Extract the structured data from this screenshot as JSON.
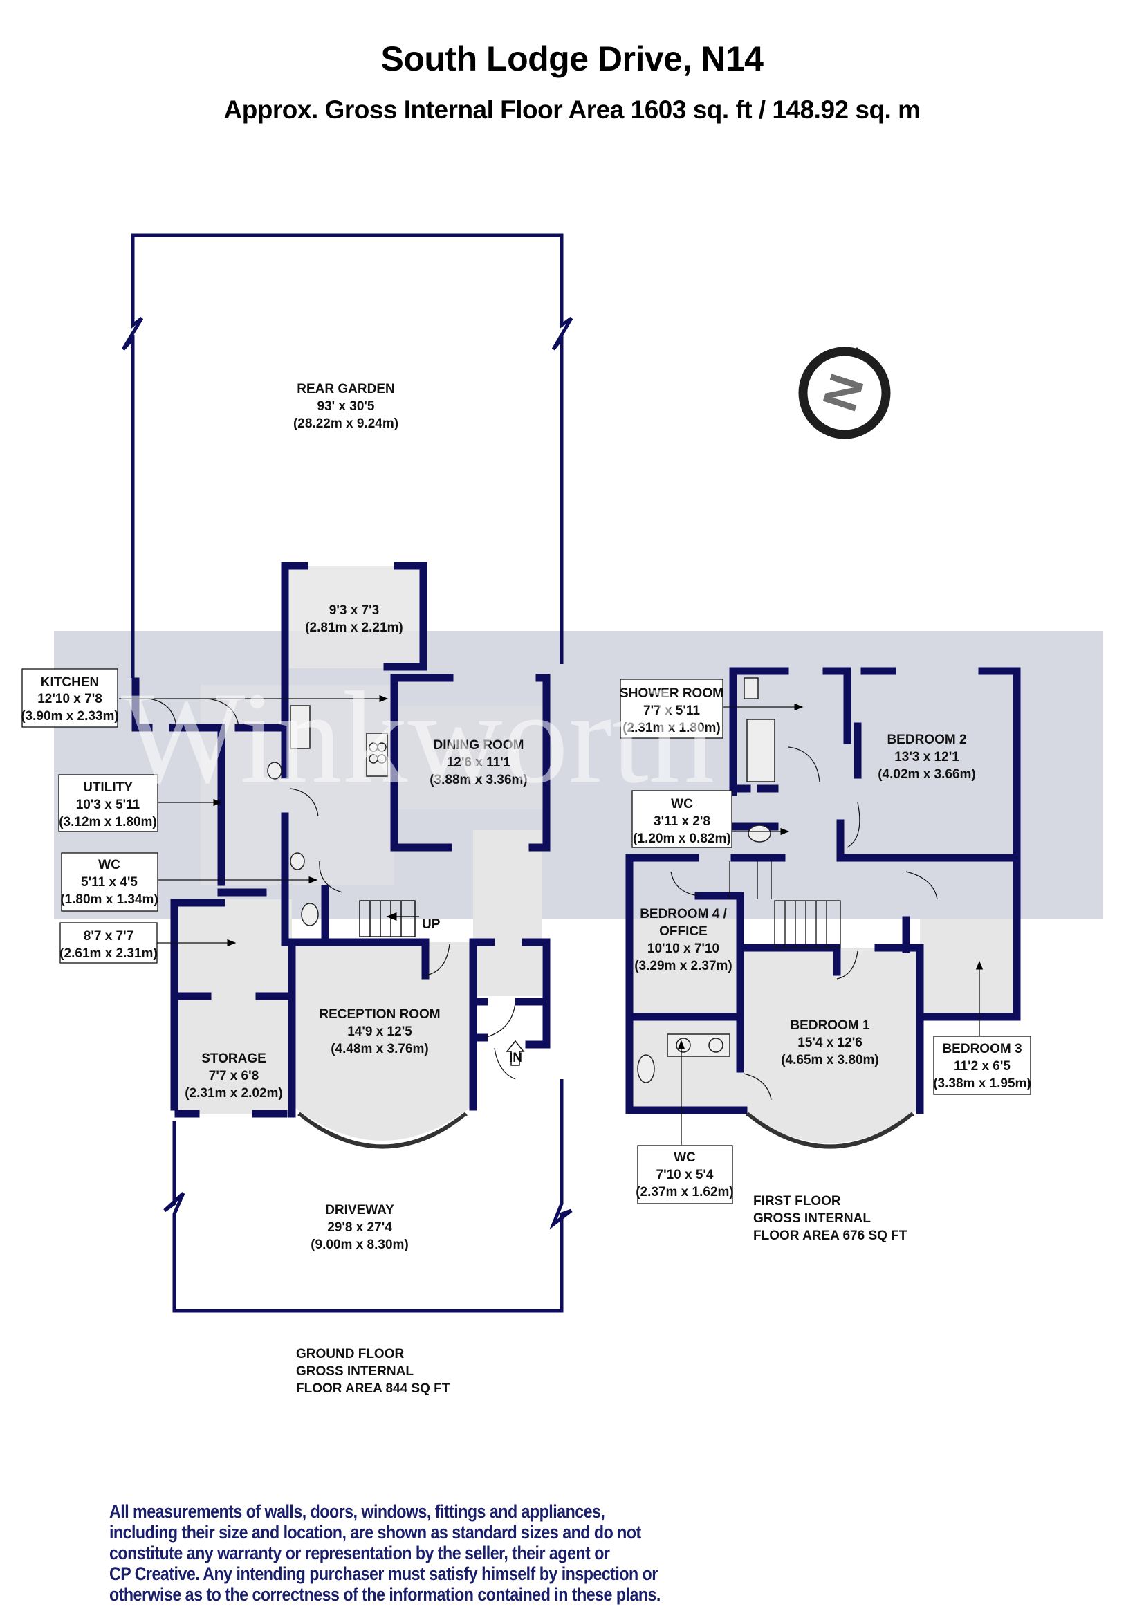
{
  "header": {
    "title": "South Lodge Drive, N14",
    "subtitle": "Approx. Gross Internal Floor Area 1603 sq. ft / 148.92 sq. m"
  },
  "watermark": {
    "text": "Winkworth"
  },
  "compass": {
    "letter": "N",
    "icon": "north-arrow-icon"
  },
  "colors": {
    "wall": "#0d0d5c",
    "floor": "#e6e6e6",
    "watermark_band": "#d6d8e2",
    "disclaimer": "#1a1f6b"
  },
  "ground_floor": {
    "rooms": {
      "rear_garden": {
        "name": "REAR GARDEN",
        "imperial": "93' x 30'5",
        "metric": "(28.22m x 9.24m)"
      },
      "room_rear": {
        "name": "",
        "imperial": "9'3 x 7'3",
        "metric": "(2.81m x 2.21m)"
      },
      "kitchen": {
        "name": "KITCHEN",
        "imperial": "12'10 x 7'8",
        "metric": "(3.90m x 2.33m)"
      },
      "dining": {
        "name": "DINING ROOM",
        "imperial": "12'6 x 11'1",
        "metric": "(3.88m x 3.36m)"
      },
      "utility": {
        "name": "UTILITY",
        "imperial": "10'3 x 5'11",
        "metric": "(3.12m x 1.80m)"
      },
      "wc": {
        "name": "WC",
        "imperial": "5'11 x 4'5",
        "metric": "(1.80m x 1.34m)"
      },
      "room_side": {
        "name": "",
        "imperial": "8'7 x 7'7",
        "metric": "(2.61m x 2.31m)"
      },
      "storage": {
        "name": "STORAGE",
        "imperial": "7'7 x 6'8",
        "metric": "(2.31m x 2.02m)"
      },
      "reception": {
        "name": "RECEPTION ROOM",
        "imperial": "14'9 x 12'5",
        "metric": "(4.48m x 3.76m)"
      },
      "driveway": {
        "name": "DRIVEWAY",
        "imperial": "29'8 x 27'4",
        "metric": "(9.00m x 8.30m)"
      }
    },
    "stairs_label": "UP",
    "entrance_label": "IN",
    "area_lines": [
      "GROUND FLOOR",
      "GROSS INTERNAL",
      "FLOOR AREA 844 SQ FT"
    ]
  },
  "first_floor": {
    "rooms": {
      "shower": {
        "name": "SHOWER ROOM",
        "imperial": "7'7 x 5'11",
        "metric": "(2.31m x 1.80m)"
      },
      "wc_small": {
        "name": "WC",
        "imperial": "3'11 x 2'8",
        "metric": "(1.20m x 0.82m)"
      },
      "bedroom2": {
        "name": "BEDROOM 2",
        "imperial": "13'3 x 12'1",
        "metric": "(4.02m x 3.66m)"
      },
      "bedroom4_line1": "BEDROOM 4 /",
      "bedroom4": {
        "name": "OFFICE",
        "imperial": "10'10 x 7'10",
        "metric": "(3.29m x 2.37m)"
      },
      "bedroom1": {
        "name": "BEDROOM 1",
        "imperial": "15'4 x 12'6",
        "metric": "(4.65m x 3.80m)"
      },
      "bedroom3": {
        "name": "BEDROOM 3",
        "imperial": "11'2 x 6'5",
        "metric": "(3.38m x 1.95m)"
      },
      "wc_large": {
        "name": "WC",
        "imperial": "7'10 x 5'4",
        "metric": "(2.37m x 1.62m)"
      }
    },
    "area_lines": [
      "FIRST FLOOR",
      "GROSS INTERNAL",
      "FLOOR AREA 676 SQ FT"
    ]
  },
  "disclaimer": {
    "lines": [
      "All measurements of walls, doors, windows, fittings and appliances,",
      "including their size and location, are shown as standard sizes and do not",
      "constitute any warranty or representation by the seller, their agent or",
      "CP Creative. Any intending purchaser must satisfy himself by inspection or",
      "otherwise as to the correctness of the information contained in these plans."
    ]
  }
}
